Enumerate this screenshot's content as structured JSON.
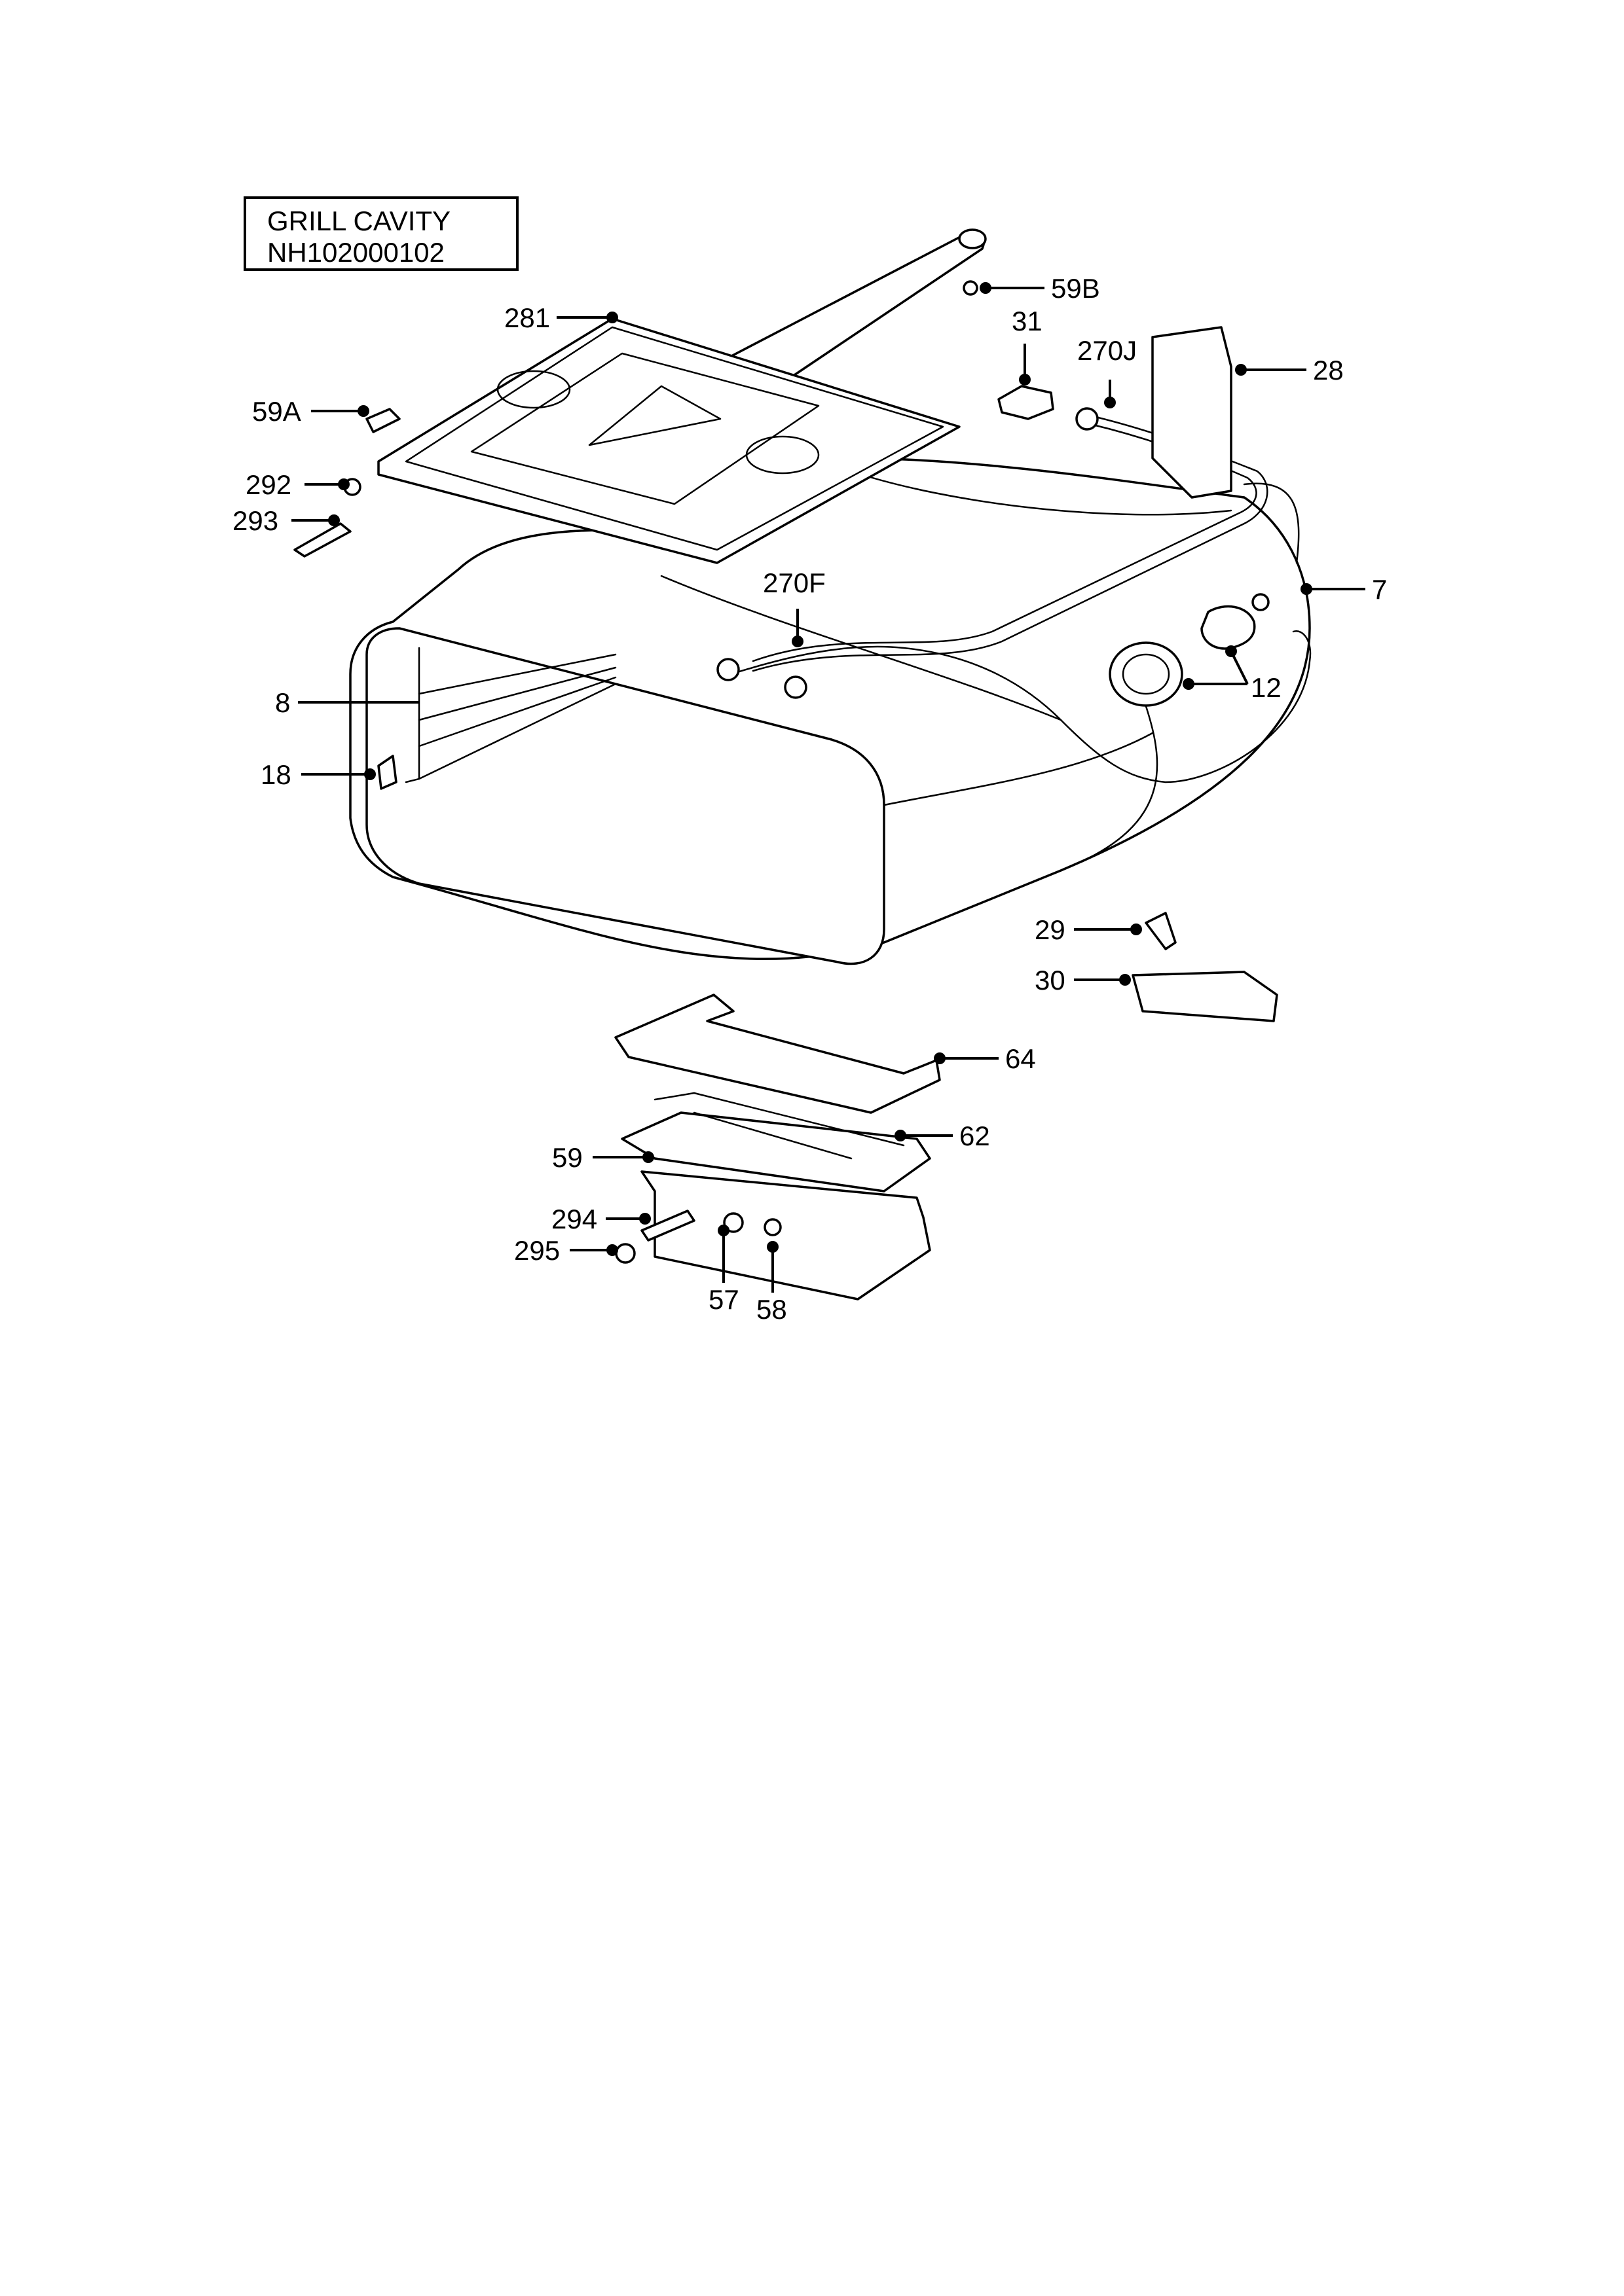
{
  "title": {
    "line1": "GRILL CAVITY",
    "line2": "NH102000102"
  },
  "callouts": [
    {
      "id": "59B",
      "label": "59B"
    },
    {
      "id": "31",
      "label": "31"
    },
    {
      "id": "270J",
      "label": "270J"
    },
    {
      "id": "28",
      "label": "28"
    },
    {
      "id": "281",
      "label": "281"
    },
    {
      "id": "59A",
      "label": "59A"
    },
    {
      "id": "292",
      "label": "292"
    },
    {
      "id": "293",
      "label": "293"
    },
    {
      "id": "270F",
      "label": "270F"
    },
    {
      "id": "7",
      "label": "7"
    },
    {
      "id": "12",
      "label": "12"
    },
    {
      "id": "8",
      "label": "8"
    },
    {
      "id": "18",
      "label": "18"
    },
    {
      "id": "29",
      "label": "29"
    },
    {
      "id": "30",
      "label": "30"
    },
    {
      "id": "64",
      "label": "64"
    },
    {
      "id": "62",
      "label": "62"
    },
    {
      "id": "59",
      "label": "59"
    },
    {
      "id": "294",
      "label": "294"
    },
    {
      "id": "295",
      "label": "295"
    },
    {
      "id": "57",
      "label": "57"
    },
    {
      "id": "58",
      "label": "58"
    }
  ]
}
